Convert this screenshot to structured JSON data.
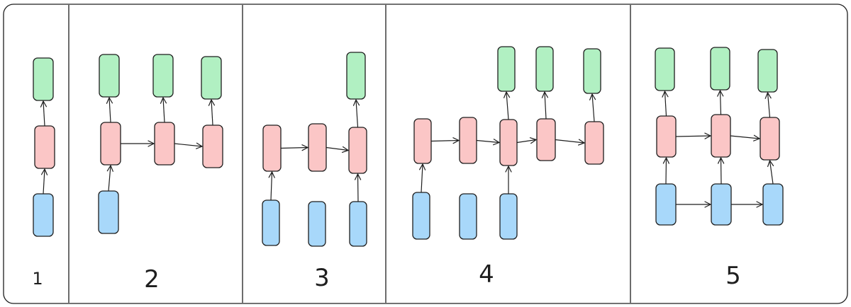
{
  "colors": {
    "input": "#a8d8fa",
    "hidden": "#fbc6c6",
    "output": "#b1f0c2",
    "stroke": "#1e1e1e",
    "background": "#ffffff"
  },
  "panels": [
    {
      "label": "1",
      "nodes": [
        {
          "id": "g1",
          "kind": "output"
        },
        {
          "id": "r1",
          "kind": "hidden"
        },
        {
          "id": "b1",
          "kind": "input"
        }
      ]
    },
    {
      "label": "2",
      "nodes": [
        {
          "id": "g1",
          "kind": "output"
        },
        {
          "id": "g2",
          "kind": "output"
        },
        {
          "id": "g3",
          "kind": "output"
        },
        {
          "id": "r1",
          "kind": "hidden"
        },
        {
          "id": "r2",
          "kind": "hidden"
        },
        {
          "id": "r3",
          "kind": "hidden"
        },
        {
          "id": "b1",
          "kind": "input"
        }
      ]
    },
    {
      "label": "3",
      "nodes": [
        {
          "id": "g3",
          "kind": "output"
        },
        {
          "id": "r1",
          "kind": "hidden"
        },
        {
          "id": "r2",
          "kind": "hidden"
        },
        {
          "id": "r3",
          "kind": "hidden"
        },
        {
          "id": "b1",
          "kind": "input"
        },
        {
          "id": "b2",
          "kind": "input"
        },
        {
          "id": "b3",
          "kind": "input"
        }
      ]
    },
    {
      "label": "4",
      "nodes": [
        {
          "id": "g3",
          "kind": "output"
        },
        {
          "id": "g4",
          "kind": "output"
        },
        {
          "id": "g5",
          "kind": "output"
        },
        {
          "id": "r1",
          "kind": "hidden"
        },
        {
          "id": "r2",
          "kind": "hidden"
        },
        {
          "id": "r3",
          "kind": "hidden"
        },
        {
          "id": "r4",
          "kind": "hidden"
        },
        {
          "id": "r5",
          "kind": "hidden"
        },
        {
          "id": "b1",
          "kind": "input"
        },
        {
          "id": "b2",
          "kind": "input"
        },
        {
          "id": "b3",
          "kind": "input"
        }
      ]
    },
    {
      "label": "5",
      "nodes": [
        {
          "id": "g1",
          "kind": "output"
        },
        {
          "id": "g2",
          "kind": "output"
        },
        {
          "id": "g3",
          "kind": "output"
        },
        {
          "id": "r1",
          "kind": "hidden"
        },
        {
          "id": "r2",
          "kind": "hidden"
        },
        {
          "id": "r3",
          "kind": "hidden"
        },
        {
          "id": "b1",
          "kind": "input"
        },
        {
          "id": "b2",
          "kind": "input"
        },
        {
          "id": "b3",
          "kind": "input"
        }
      ]
    }
  ]
}
